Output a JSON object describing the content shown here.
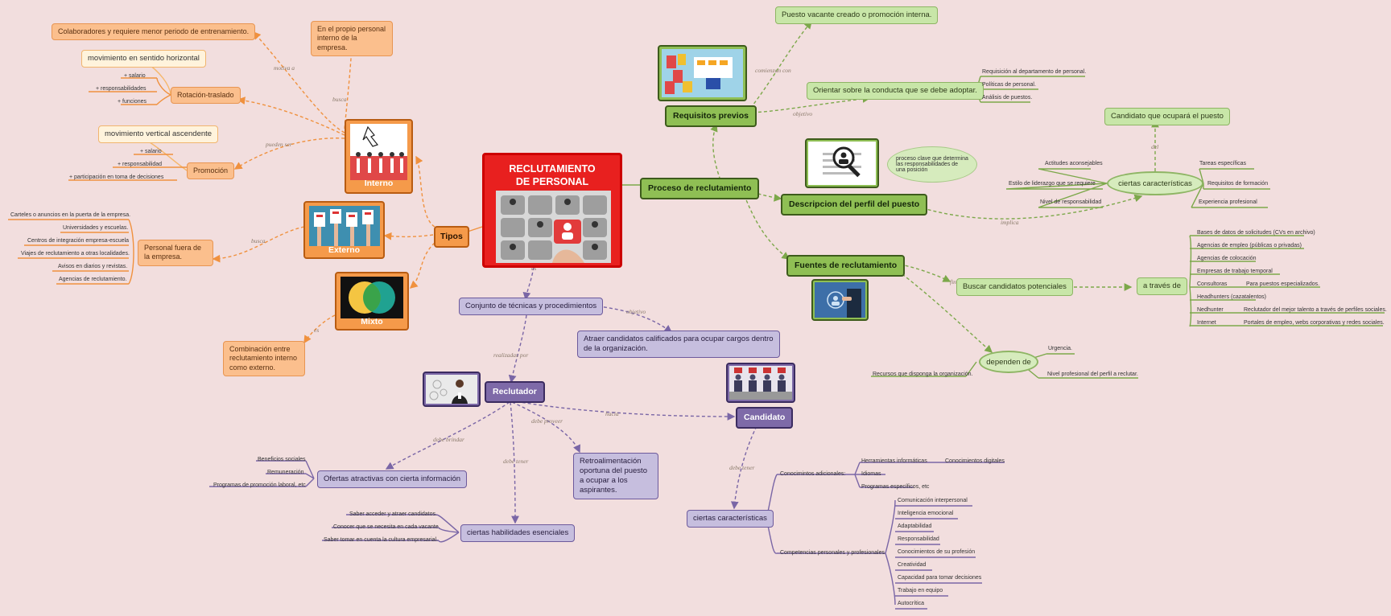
{
  "central": {
    "line1": "RECLUTAMIENTO",
    "line2": "DE PERSONAL"
  },
  "tipos": {
    "label": "Tipos",
    "interno": {
      "label": "Interno",
      "busca": "En el propio personal interno de la empresa.",
      "motiva": "Colaboradores y requiere menor periodo de entrenamiento.",
      "rotacion": {
        "label": "Rotación-traslado",
        "desc": "movimiento en sentido horizontal",
        "items": [
          "+ salario",
          "+ responsabilidades",
          "+ funciones"
        ]
      },
      "promocion": {
        "label": "Promoción",
        "desc": "movimiento vertical ascendente",
        "items": [
          "+ salario",
          "+ responsabilidad",
          "+ participación en toma de decisiones"
        ]
      }
    },
    "externo": {
      "label": "Externo",
      "busca": "Personal fuera de la empresa.",
      "items": [
        "Carteles o anuncios en la puerta de la empresa.",
        "Universidades y escuelas.",
        "Centros de integración empresa-escuela",
        "Viajes de reclutamiento a otras localidades.",
        "Avisos en diarios y revistas.",
        "Agencias de reclutamiento."
      ]
    },
    "mixto": {
      "label": "Mixto",
      "es": "Combinación entre reclutamiento interno como externo."
    }
  },
  "proceso": {
    "label": "Proceso de reclutamiento",
    "requisitos": {
      "label": "Requisitos previos",
      "comienzan": "Puesto vacante creado o promoción interna.",
      "objetivo": "Orientar sobre la conducta que se debe adoptar.",
      "items": [
        "Requisición al departamento de personal.",
        "Políticas de personal.",
        "Análisis de puestos."
      ]
    },
    "descripcion": {
      "label": "Descripcion del perfil del puesto",
      "note": "proceso clave que determina las responsabilidades de una posición",
      "caracteristicas": "ciertas características",
      "del": "Candidato que ocupará el puesto",
      "left": [
        "Actitudes aconsejables",
        "Estilo de liderazgo que se requiere",
        "Nivel de responsabilidad"
      ],
      "right": [
        "Tareas específicas",
        "Requisitos de formación",
        "Experiencia profesional"
      ]
    },
    "fuentes": {
      "label": "Fuentes de reclutamiento",
      "buscar": "Buscar candidatos potenciales",
      "atraves": "a través de",
      "sources": [
        "Bases de datos de solicitudes (CVs en archivo)",
        "Agencias de empleo (públicas o privadas)",
        "Agencias de colocación",
        "Empresas de trabajo temporal",
        "Consultoras",
        "Headhunters (cazatalentos)",
        "Nedhunter",
        "Internet"
      ],
      "sources_detail": {
        "consultoras": "Para puestos especializados.",
        "nedhunter": "Reclutador del mejor talento a través de perfiles sociales.",
        "internet": "Portales de empleo, webs corporativas y redes sociales."
      },
      "dependen": "dependen de",
      "dep_items": [
        "Urgencia.",
        "Recursos que disponga la organización.",
        "Nivel profesional del perfil a reclutar."
      ]
    }
  },
  "conjunto": {
    "label": "Conjunto de técnicas y procedimientos",
    "objetivo": "Atraer candidatos calificados para ocupar cargos dentro de la organización."
  },
  "reclutador": {
    "label": "Reclutador",
    "ofertas": "Ofertas atractivas con cierta información",
    "ofertas_items": [
      "Beneficios sociales",
      "Remuneración",
      "Programas de promoción laboral, etc"
    ],
    "retro": "Retroalimentación oportuna del puesto a ocupar a los aspirantes.",
    "habilidades": "ciertas habilidades esenciales",
    "hab_items": [
      "Saber acceder y atraer candidatos.",
      "Conocer que se necesita en cada vacante.",
      "Saber tomar en cuenta la cultura empresarial."
    ]
  },
  "candidato": {
    "label": "Candidato",
    "caracteristicas": "ciertas características",
    "conocimientos": "Conocimintos adicionales:",
    "herramientas": "Herramientas informáticas",
    "digitales": "Conocimientos digitales",
    "con_items": [
      "Idiomas",
      "Programas específicos, etc"
    ],
    "competencias": "Competencias personales y profesionales",
    "comp_items": [
      "Comunicación interpersonal",
      "Inteligencia emocional",
      "Adaptabilidad",
      "Responsabilidad",
      "Conocimientos de su profesión",
      "Creatividad",
      "Capacidad para tomar decisiones",
      "Trabajo en equipo",
      "Autocrítica"
    ]
  },
  "links": {
    "motiva_a": "motiva a",
    "busca": "busca",
    "pueden_ser": "pueden ser",
    "busca2": "busca",
    "es": "es",
    "es2": "es",
    "comienzan_con": "comienzan con",
    "objetivo": "objetivo",
    "implica": "implica",
    "del": "del",
    "finalidad": "finalidad",
    "objetivo2": "objetivo",
    "realizadas_por": "realizadas por",
    "hacia": "hacia",
    "debe_brindar": "debe brindar",
    "debe_proveer": "debe proveer",
    "debe_tener": "debe tener",
    "debe_tener2": "debe tener"
  },
  "colors": {
    "background": "#f2dede",
    "orange": "#f0913e",
    "green": "#7ca84a",
    "purple": "#7a66a6",
    "central": "#e8201f"
  }
}
